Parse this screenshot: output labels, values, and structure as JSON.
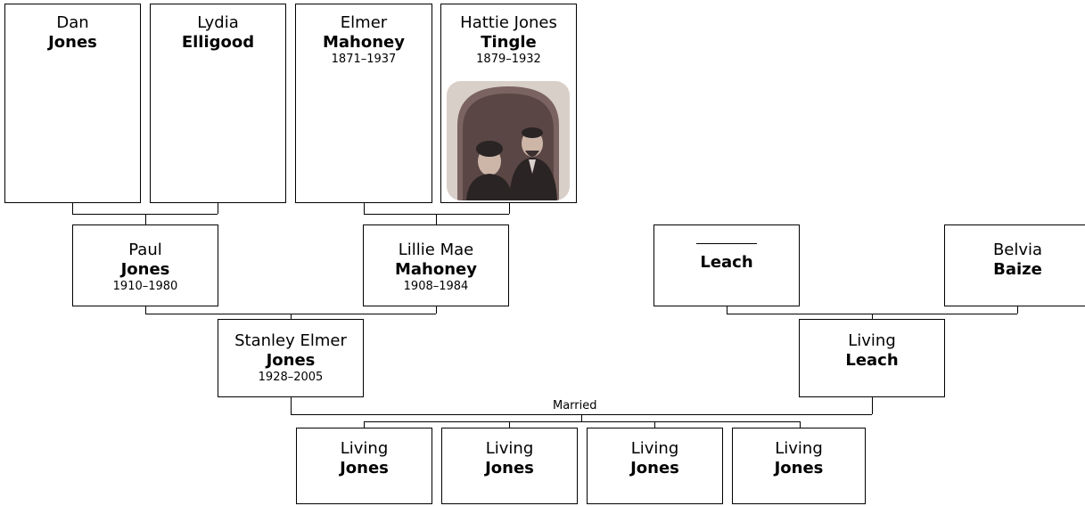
{
  "people": {
    "dan": {
      "given": "Dan",
      "surname": "Jones",
      "dates": ""
    },
    "lydia": {
      "given": "Lydia",
      "surname": "Elligood",
      "dates": ""
    },
    "elmer": {
      "given": "Elmer",
      "surname": "Mahoney",
      "dates": "1871–1937"
    },
    "hattie": {
      "given": "Hattie Jones",
      "surname": "Tingle",
      "dates": "1879–1932"
    },
    "paul": {
      "given": "Paul",
      "surname": "Jones",
      "dates": "1910–1980"
    },
    "lillie": {
      "given": "Lillie Mae",
      "surname": "Mahoney",
      "dates": "1908–1984"
    },
    "leach_father": {
      "given": "",
      "surname": "Leach",
      "dates": ""
    },
    "belvia": {
      "given": "Belvia",
      "surname": "Baize",
      "dates": ""
    },
    "stanley": {
      "given": "Stanley Elmer",
      "surname": "Jones",
      "dates": "1928–2005"
    },
    "living_leach": {
      "given": "Living",
      "surname": "Leach",
      "dates": ""
    },
    "child1": {
      "given": "Living",
      "surname": "Jones",
      "dates": ""
    },
    "child2": {
      "given": "Living",
      "surname": "Jones",
      "dates": ""
    },
    "child3": {
      "given": "Living",
      "surname": "Jones",
      "dates": ""
    },
    "child4": {
      "given": "Living",
      "surname": "Jones",
      "dates": ""
    }
  },
  "marriage_label": "Married",
  "photo": {
    "icon": "couple-portrait-photo",
    "background": "#d9cfc9",
    "figure_color": "#2a2424"
  }
}
